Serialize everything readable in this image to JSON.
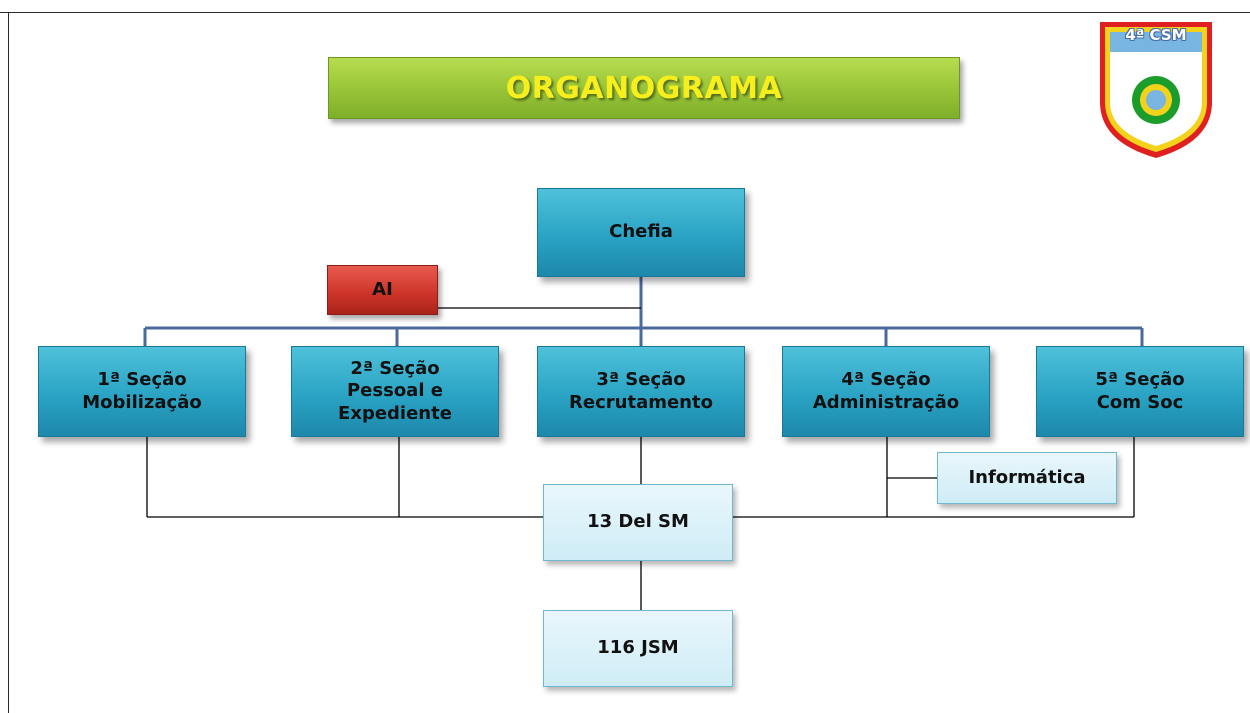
{
  "title": "ORGANOGRAMA",
  "emblem": {
    "label": "4ª CSM"
  },
  "nodes": {
    "chefia": "Chefia",
    "ai": "AI",
    "secao1": "1ª Seção\nMobilização",
    "secao2": "2ª Seção\nPessoal e\nExpediente",
    "secao3": "3ª Seção\nRecrutamento",
    "secao4": "4ª Seção\nAdministração",
    "secao5": "5ª Seção\nCom Soc",
    "informatica": "Informática",
    "del_sm": "13 Del SM",
    "jsm": "116 JSM"
  },
  "colors": {
    "section_box": "#2aa3c4",
    "light_box": "#cfecf6",
    "ai_box": "#cc3327",
    "title_banner": "#9cc83a",
    "title_text": "#f7ef1d",
    "hierarchy_line": "#4a6a9e",
    "sub_line": "#000000"
  }
}
